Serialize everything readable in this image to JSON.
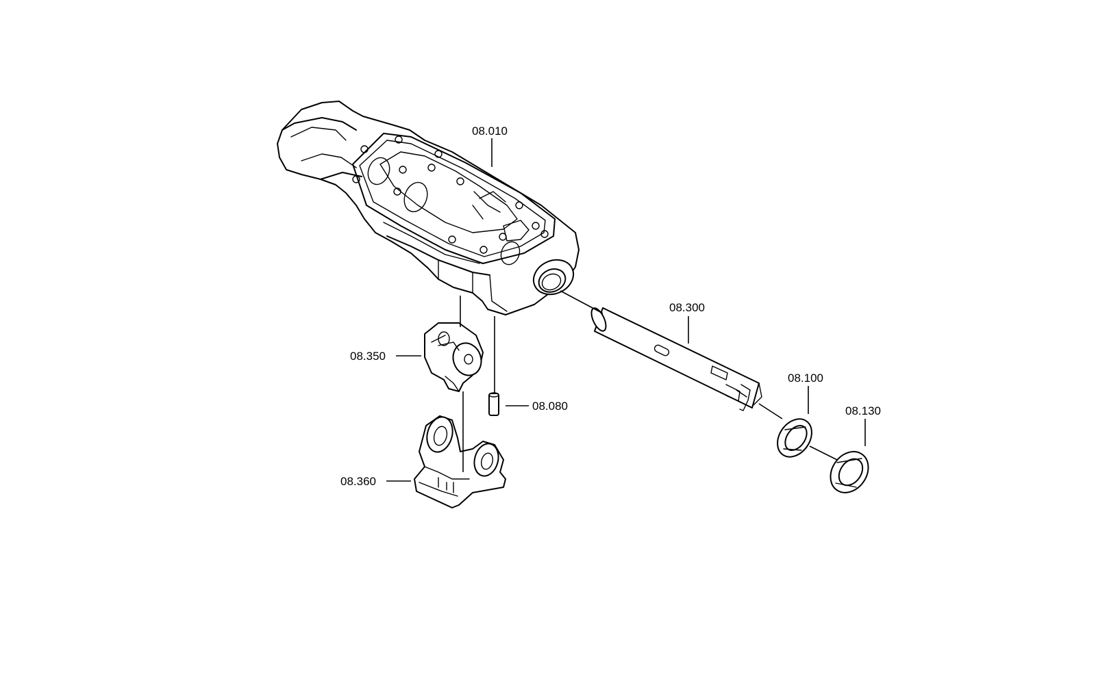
{
  "callouts": {
    "housing": "08.010",
    "shaft": "08.300",
    "cam": "08.350",
    "pin": "08.080",
    "bracket": "08.360",
    "ring_inner": "08.100",
    "ring_outer": "08.130"
  },
  "colors": {
    "line": "#000000",
    "background": "#ffffff"
  }
}
